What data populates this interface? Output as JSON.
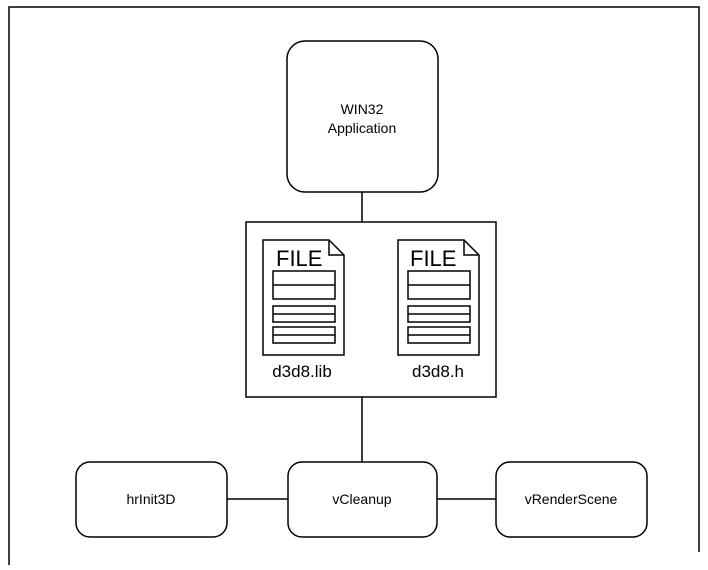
{
  "nodes": {
    "app": {
      "line1": "WIN32",
      "line2": "Application"
    },
    "lib_file": {
      "tag": "FILE",
      "name": "d3d8.lib"
    },
    "header_file": {
      "tag": "FILE",
      "name": "d3d8.h"
    },
    "init": {
      "label": "hrInit3D"
    },
    "cleanup": {
      "label": "vCleanup"
    },
    "render": {
      "label": "vRenderScene"
    }
  }
}
